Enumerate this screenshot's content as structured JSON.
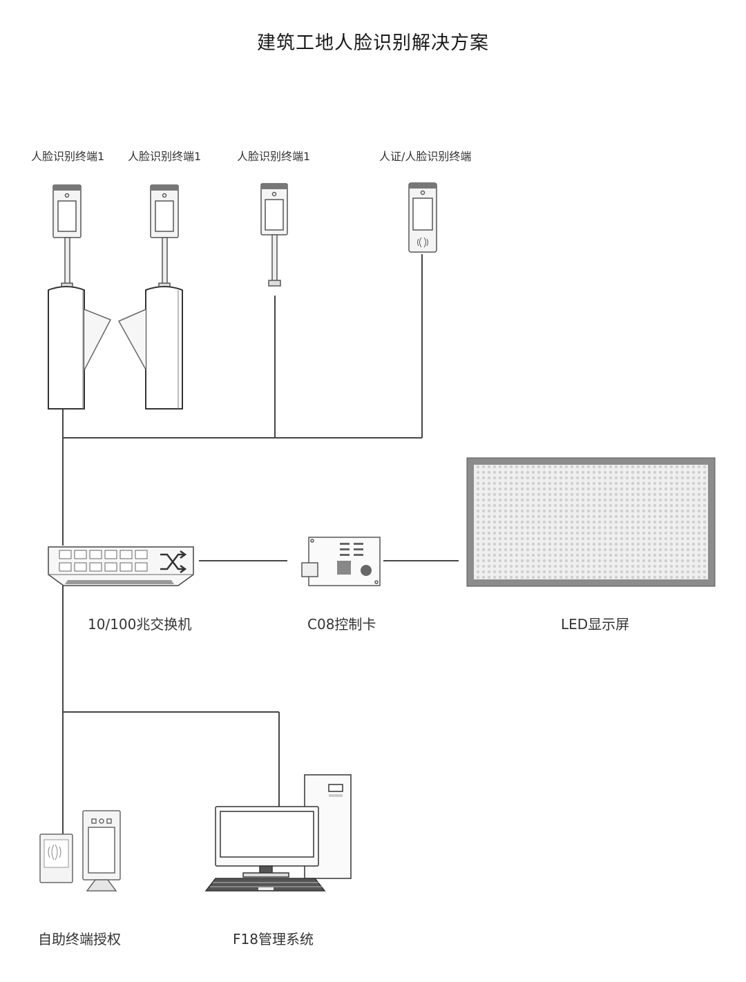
{
  "title": "建筑工地人脸识别解决方案",
  "terminals": [
    {
      "label": "人脸识别终端1"
    },
    {
      "label": "人脸识别终端1"
    },
    {
      "label": "人脸识别终端1"
    },
    {
      "label": "人证/人脸识别终端"
    }
  ],
  "devices": {
    "switch": "10/100兆交换机",
    "control_card": "C08控制卡",
    "led_screen": "LED显示屏",
    "self_service": "自助终端授权",
    "management": "F18管理系统"
  }
}
